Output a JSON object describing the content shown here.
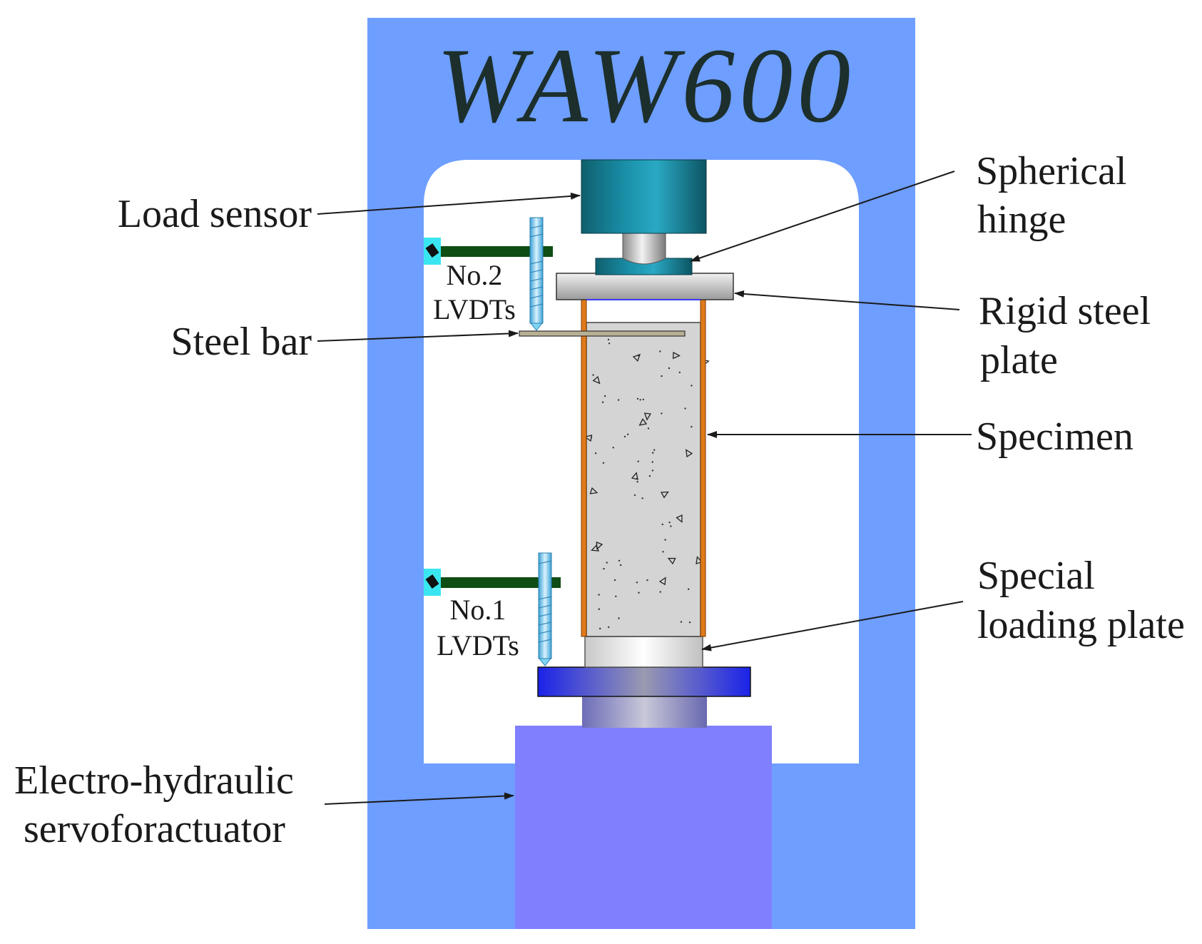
{
  "machine": {
    "model_label": "WAW600"
  },
  "labels": {
    "load_sensor": "Load sensor",
    "spherical_hinge_line1": "Spherical",
    "spherical_hinge_line2": "hinge",
    "steel_bar": "Steel bar",
    "rigid_plate_line1": "Rigid steel",
    "rigid_plate_line2": "plate",
    "specimen": "Specimen",
    "special_plate_line1": "Special",
    "special_plate_line2": "loading plate",
    "actuator_line1": "Electro-hydraulic",
    "actuator_line2": "servoforactuator",
    "lvdt2_line1": "No.2",
    "lvdt2_line2": "LVDTs",
    "lvdt1_line1": "No.1",
    "lvdt1_line2": "LVDTs"
  },
  "colors": {
    "frame": "#6e9eff",
    "actuator": "#8080ff",
    "load_sensor": "#1a8fa8",
    "hinge": "#1a8fa8",
    "loading_platen": "#2233ee",
    "specimen_fill": "#d4d4d4",
    "specimen_tube": "#e07a1a",
    "lvdt_arm": "#0e4d14",
    "lvdt_body": "#7fd4f4",
    "lvdt_clamp": "#39e6f0",
    "leader_line": "#1a1a1a"
  }
}
